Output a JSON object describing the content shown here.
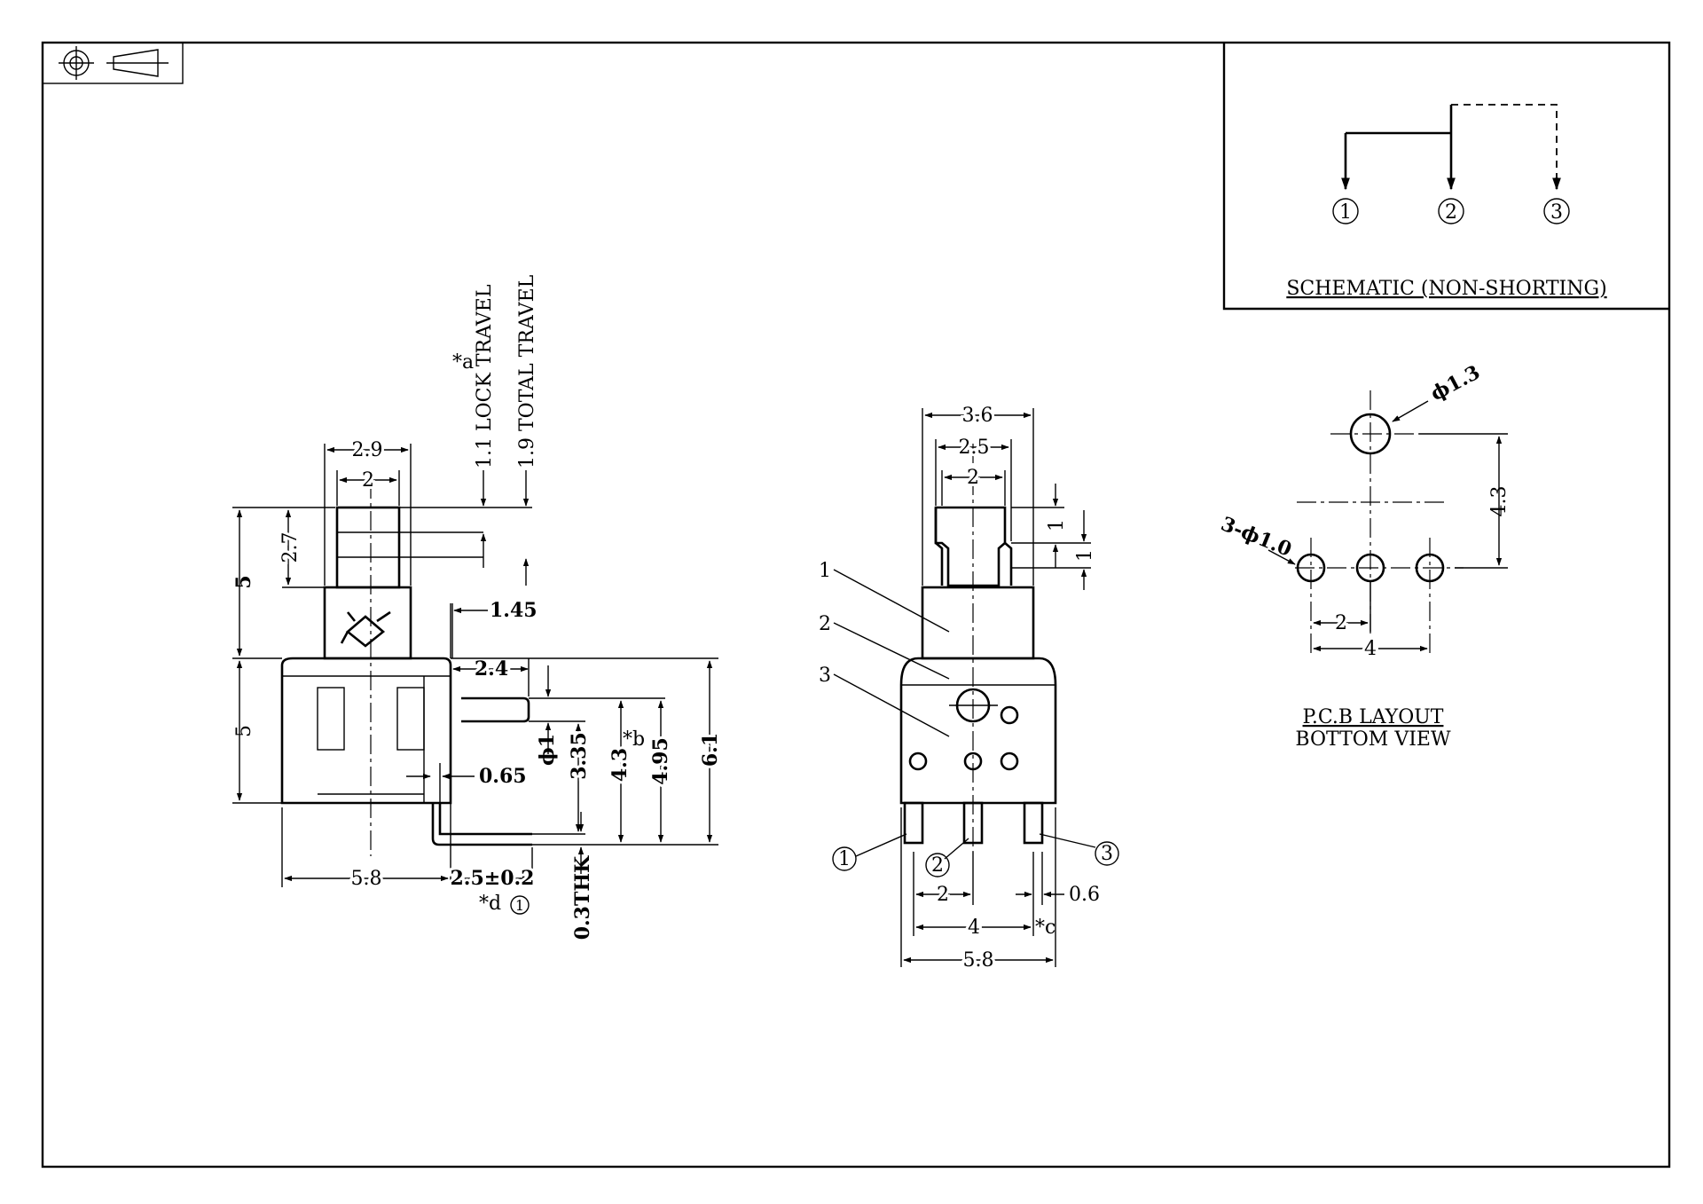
{
  "schematic": {
    "title": "SCHEMATIC (NON-SHORTING)",
    "pins": [
      "1",
      "2",
      "3"
    ]
  },
  "pcb": {
    "title": "P.C.B LAYOUT",
    "subtitle": "BOTTOM VIEW",
    "dims": {
      "big_hole": "ϕ1.3",
      "holes": "3-ϕ1.0",
      "vertical": "4.3",
      "pitch": "2",
      "span": "4"
    }
  },
  "side_view": {
    "travel_note": "*a",
    "lock_travel": "1.1 LOCK TRAVEL",
    "total_travel": "1.9 TOTAL TRAVEL",
    "dims": {
      "d29": "2.9",
      "d2": "2",
      "d27": "2.7",
      "d5_top": "5",
      "d5_bottom": "5",
      "d145": "1.45",
      "d24": "2.4",
      "d1": "ϕ1",
      "d335": "3.35",
      "d43": "4.3",
      "b": "*b",
      "d495": "4.95",
      "d61": "6.1",
      "d065": "0.65",
      "d58": "5.8",
      "d25": "2.5±0.2",
      "d03": "0.3THK",
      "d_note": "*d",
      "d_pin": "1"
    }
  },
  "front_view": {
    "parts": [
      "1",
      "2",
      "3"
    ],
    "pins": [
      "1",
      "2",
      "3"
    ],
    "dims": {
      "d36": "3.6",
      "d25": "2.5",
      "d2_top": "2",
      "d1a": "1",
      "d1b": "1",
      "d2_bottom": "2",
      "d4": "4",
      "c": "*c",
      "d06": "0.6",
      "d58": "5.8"
    }
  }
}
